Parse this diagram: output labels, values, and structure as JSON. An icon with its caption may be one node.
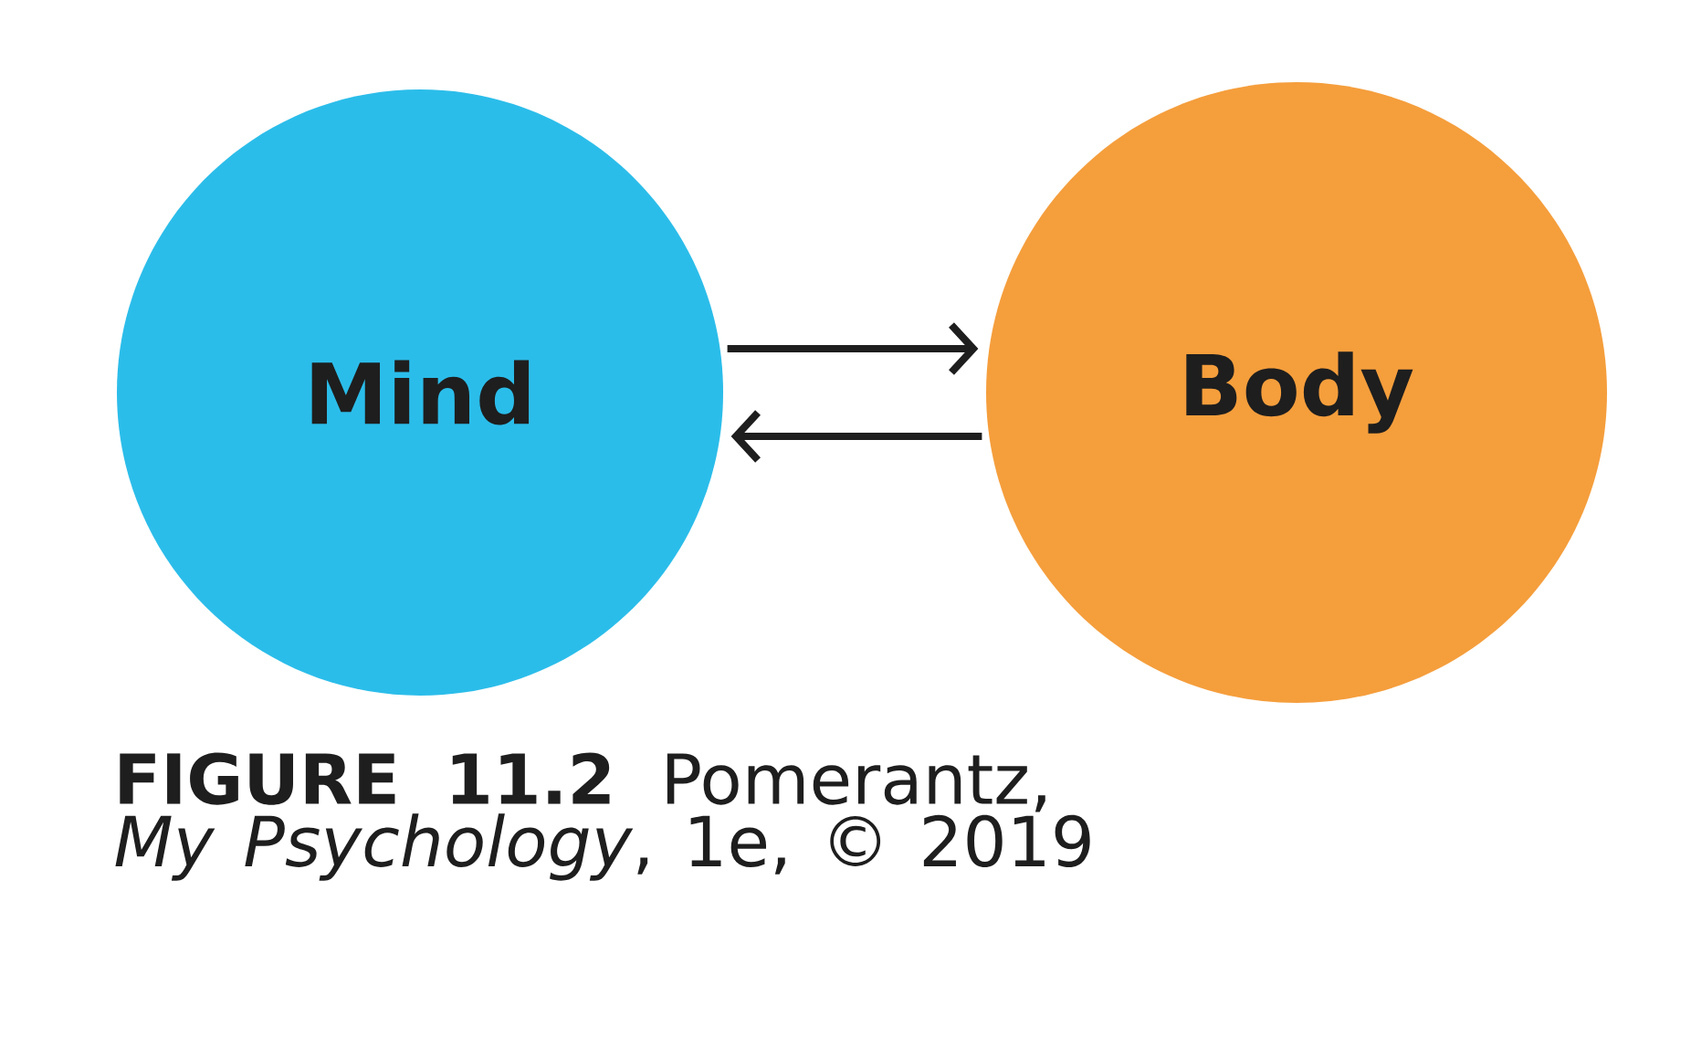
{
  "diagram": {
    "caption": "**FIGURE 11.2** Pomerantz, *My Psychology*, 1e, © 2019",
    "nodes": [
      {
        "text": [
          "Mind"
        ]
      },
      {
        "text": [
          "Body"
        ]
      }
    ],
    "edges": [
      {
        "from": 0,
        "to": 1,
        "arrow": "to"
      },
      {
        "from": 1,
        "to": 0,
        "arrow": "to"
      }
    ]
  }
}
